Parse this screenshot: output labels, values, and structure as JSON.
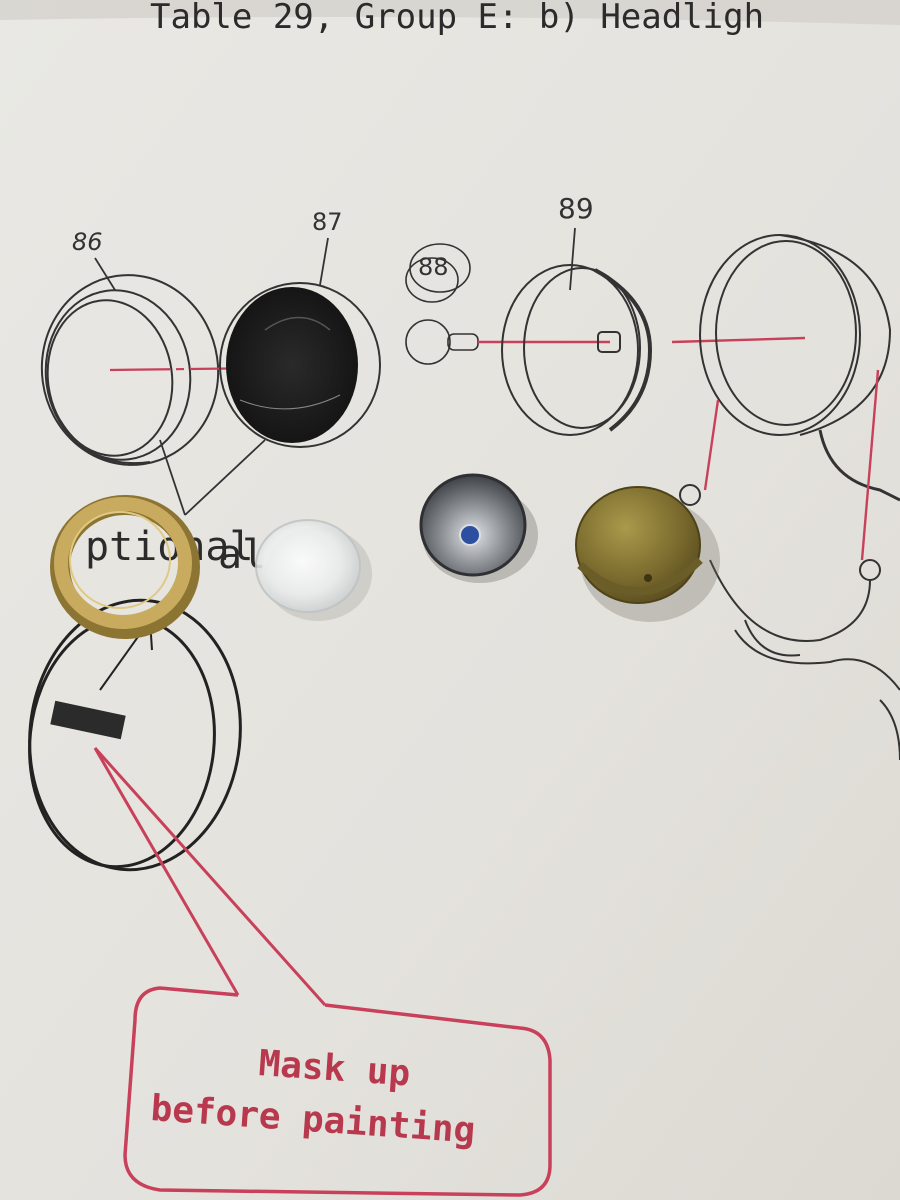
{
  "header": {
    "text": "Table 29, Group E: b) Headligh"
  },
  "callouts": {
    "n86": "86",
    "n87": "87",
    "n88": "88",
    "n89": "89"
  },
  "optional_label": "ptional",
  "optional_tail": "al",
  "stamp": {
    "line1": "Mask up",
    "line2": "before painting"
  },
  "colors": {
    "paper": "#e6e4df",
    "ink": "#2b2b2b",
    "red_line": "#c8405a",
    "brass_ring": "#c4a75a",
    "olive_shell": "#7a6a2c",
    "chrome": "#9a9ea3"
  }
}
